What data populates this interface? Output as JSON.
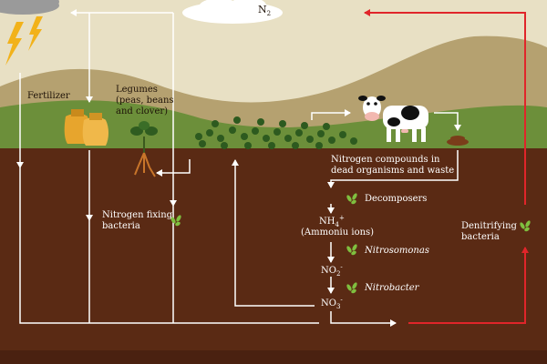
{
  "labels": {
    "n2": "N",
    "n2_sub": "2",
    "fertilizer": "Fertilizer",
    "legumes_line1": "Legumes",
    "legumes_line2": "(peas, beans",
    "legumes_line3": "and clover)",
    "compounds_line1": "Nitrogen compounds in",
    "compounds_line2": "dead organisms and waste",
    "decomposers": "Decomposers",
    "nh4": "NH",
    "nh4_sub": "4",
    "nh4_sup": "+",
    "ammonium": "(Ammoniu ions)",
    "nitrosomonas": "Nitrosomonas",
    "no2": "NO",
    "no2_sub": "2",
    "no2_sup": "-",
    "nitrobacter": "Nitrobacter",
    "no3": "NO",
    "no3_sub": "3",
    "no3_sup": "-",
    "nitrogen_fixing_line1": "Nitrogen fixing",
    "nitrogen_fixing_line2": "bacteria",
    "denitrifying_line1": "Denitrifying",
    "denitrifying_line2": "bacteria"
  },
  "colors": {
    "sky": "#e8e0c4",
    "hill": "#b5a170",
    "grass": "#6c8f3a",
    "soil": "#5a2a14",
    "arrow_white": "#ffffff",
    "arrow_red": "#e0252a",
    "bacteria_icon": "#7fbf3f"
  },
  "icons": [
    "lightning-icon",
    "fertilizer-bag-icon",
    "legume-plant-icon",
    "clover-patch-icon",
    "cow-icon",
    "waste-pile-icon",
    "bacteria-icon",
    "cloud-icon"
  ]
}
